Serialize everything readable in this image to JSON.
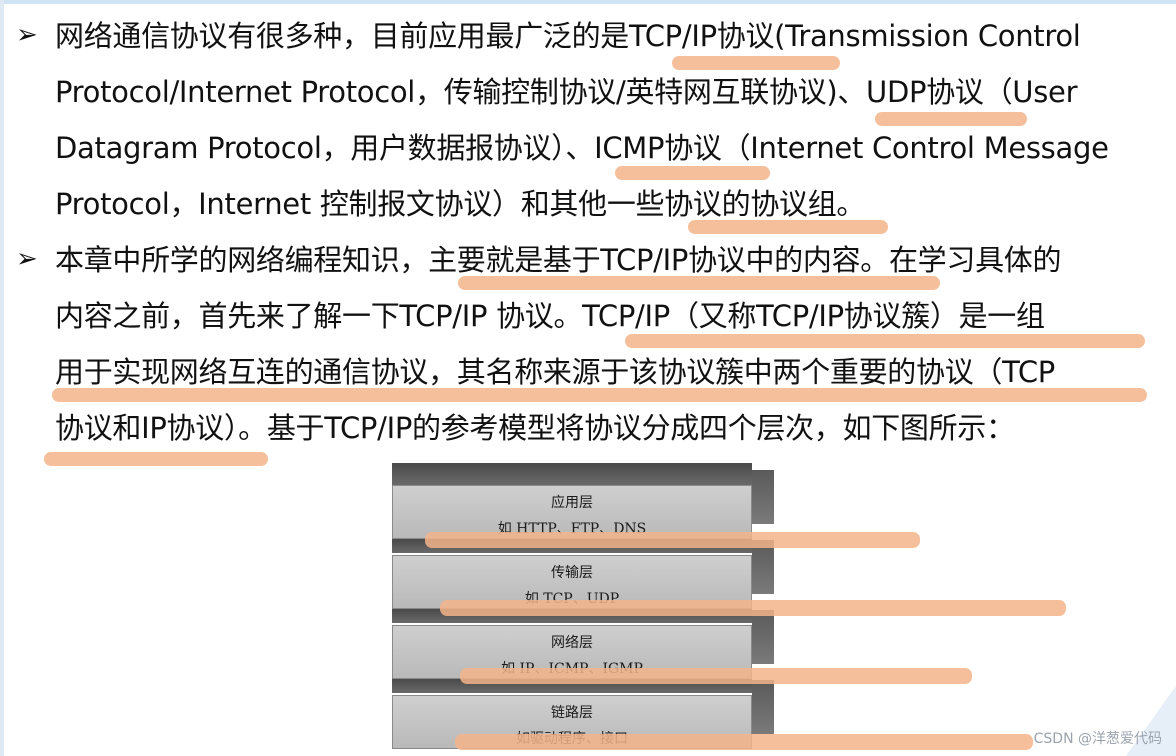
{
  "paragraph1": {
    "bullet": "➢",
    "line1": "网络通信协议有很多种，目前应用最广泛的是TCP/IP协议(Transmission Control",
    "line2": "Protocol/Internet Protocol，传输控制协议/英特网互联协议)、UDP协议（User",
    "line3": "Datagram Protocol，用户数据报协议）、ICMP协议（Internet Control Message",
    "line4": "Protocol，Internet 控制报文协议）和其他一些协议的协议组。"
  },
  "paragraph2": {
    "bullet": "➢",
    "line1": "本章中所学的网络编程知识，主要就是基于TCP/IP协议中的内容。在学习具体的",
    "line2": "内容之前，首先来了解一下TCP/IP 协议。TCP/IP（又称TCP/IP协议簇）是一组",
    "line3": "用于实现网络互连的通信协议，其名称来源于该协议簇中两个重要的协议（TCP",
    "line4": "协议和IP协议）。基于TCP/IP的参考模型将协议分成四个层次，如下图所示："
  },
  "diagram": {
    "layers": [
      {
        "name": "应用层",
        "detail": "如 HTTP、FTP、DNS"
      },
      {
        "name": "传输层",
        "detail": "如 TCP、UDP"
      },
      {
        "name": "网络层",
        "detail": "如 IP、ICMP、IGMP"
      },
      {
        "name": "链路层",
        "detail": "如驱动程序、接口"
      }
    ]
  },
  "watermark": "CSDN @洋葱爱代码",
  "colors": {
    "highlight": "#f5b48a"
  }
}
